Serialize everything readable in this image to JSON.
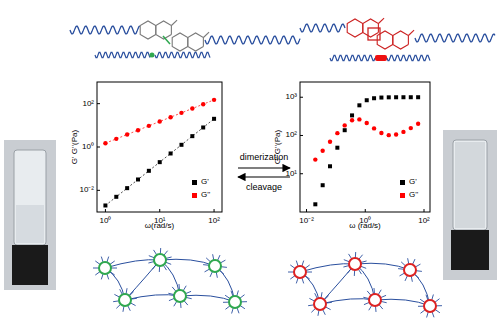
{
  "diagram": {
    "labels": [
      "G' G''(Pa)",
      "ω(rad/s)",
      "10⁻²",
      "10⁰",
      "10²",
      "10⁰",
      "10¹",
      "10²",
      "dimerization",
      "cleavage",
      "G' G''(Pa)",
      "ω (rad/s)",
      "10¹",
      "10²",
      "10³",
      "10⁻²",
      "10⁰",
      "10²"
    ],
    "legend": [
      {
        "text": "G'",
        "color": "#000000"
      },
      {
        "text": "G''",
        "color": "#ff0000"
      },
      {
        "text": "G'",
        "color": "#000000"
      },
      {
        "text": "G''",
        "color": "#ff0000"
      }
    ]
  }
}
